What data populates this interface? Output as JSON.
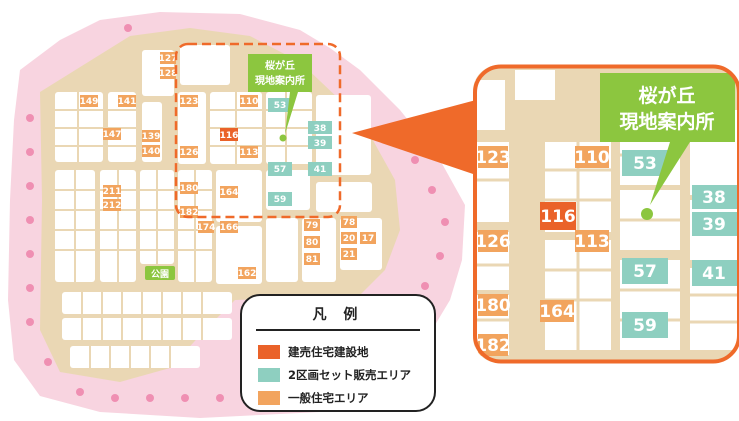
{
  "colors": {
    "pink": "#f8d4e0",
    "pink_dot": "#ef8fb2",
    "road": "#ead7b4",
    "lot": "#ffffff",
    "built": "#ea6229",
    "set": "#8ecfc0",
    "general": "#f2a45e",
    "green": "#8cc63f",
    "orange_frame": "#ef6a2a"
  },
  "center_label": {
    "line1": "桜が丘",
    "line2": "現地案内所"
  },
  "park_label": "公園",
  "lots": {
    "l127": "127",
    "l128": "128",
    "l149": "149",
    "l141": "141",
    "l123": "123",
    "l110": "110",
    "l53": "53",
    "l147": "147",
    "l139": "139",
    "l140": "140",
    "l116": "116",
    "l38": "38",
    "l39": "39",
    "l126": "126",
    "l113": "113",
    "l211": "211",
    "l212": "212",
    "l57": "57",
    "l41": "41",
    "l180": "180",
    "l164": "164",
    "l182": "182",
    "l59": "59",
    "l174": "174",
    "l166": "166",
    "l79": "79",
    "l80": "80",
    "l81": "81",
    "l78": "78",
    "l20": "20",
    "l17": "17",
    "l21": "21",
    "l162": "162"
  },
  "zoom_lots": {
    "z123": "123",
    "z110": "110",
    "z53": "53",
    "z38": "38",
    "z39": "39",
    "z116": "116",
    "z126": "126",
    "z113": "113",
    "z57": "57",
    "z41": "41",
    "z180": "180",
    "z164": "164",
    "z59": "59",
    "z182": "182"
  },
  "legend": {
    "title": "凡 例",
    "items": [
      {
        "label": "建売住宅建設地",
        "color": "#ea6229"
      },
      {
        "label": "2区画セット販売エリア",
        "color": "#8ecfc0"
      },
      {
        "label": "一般住宅エリア",
        "color": "#f2a45e"
      }
    ]
  }
}
